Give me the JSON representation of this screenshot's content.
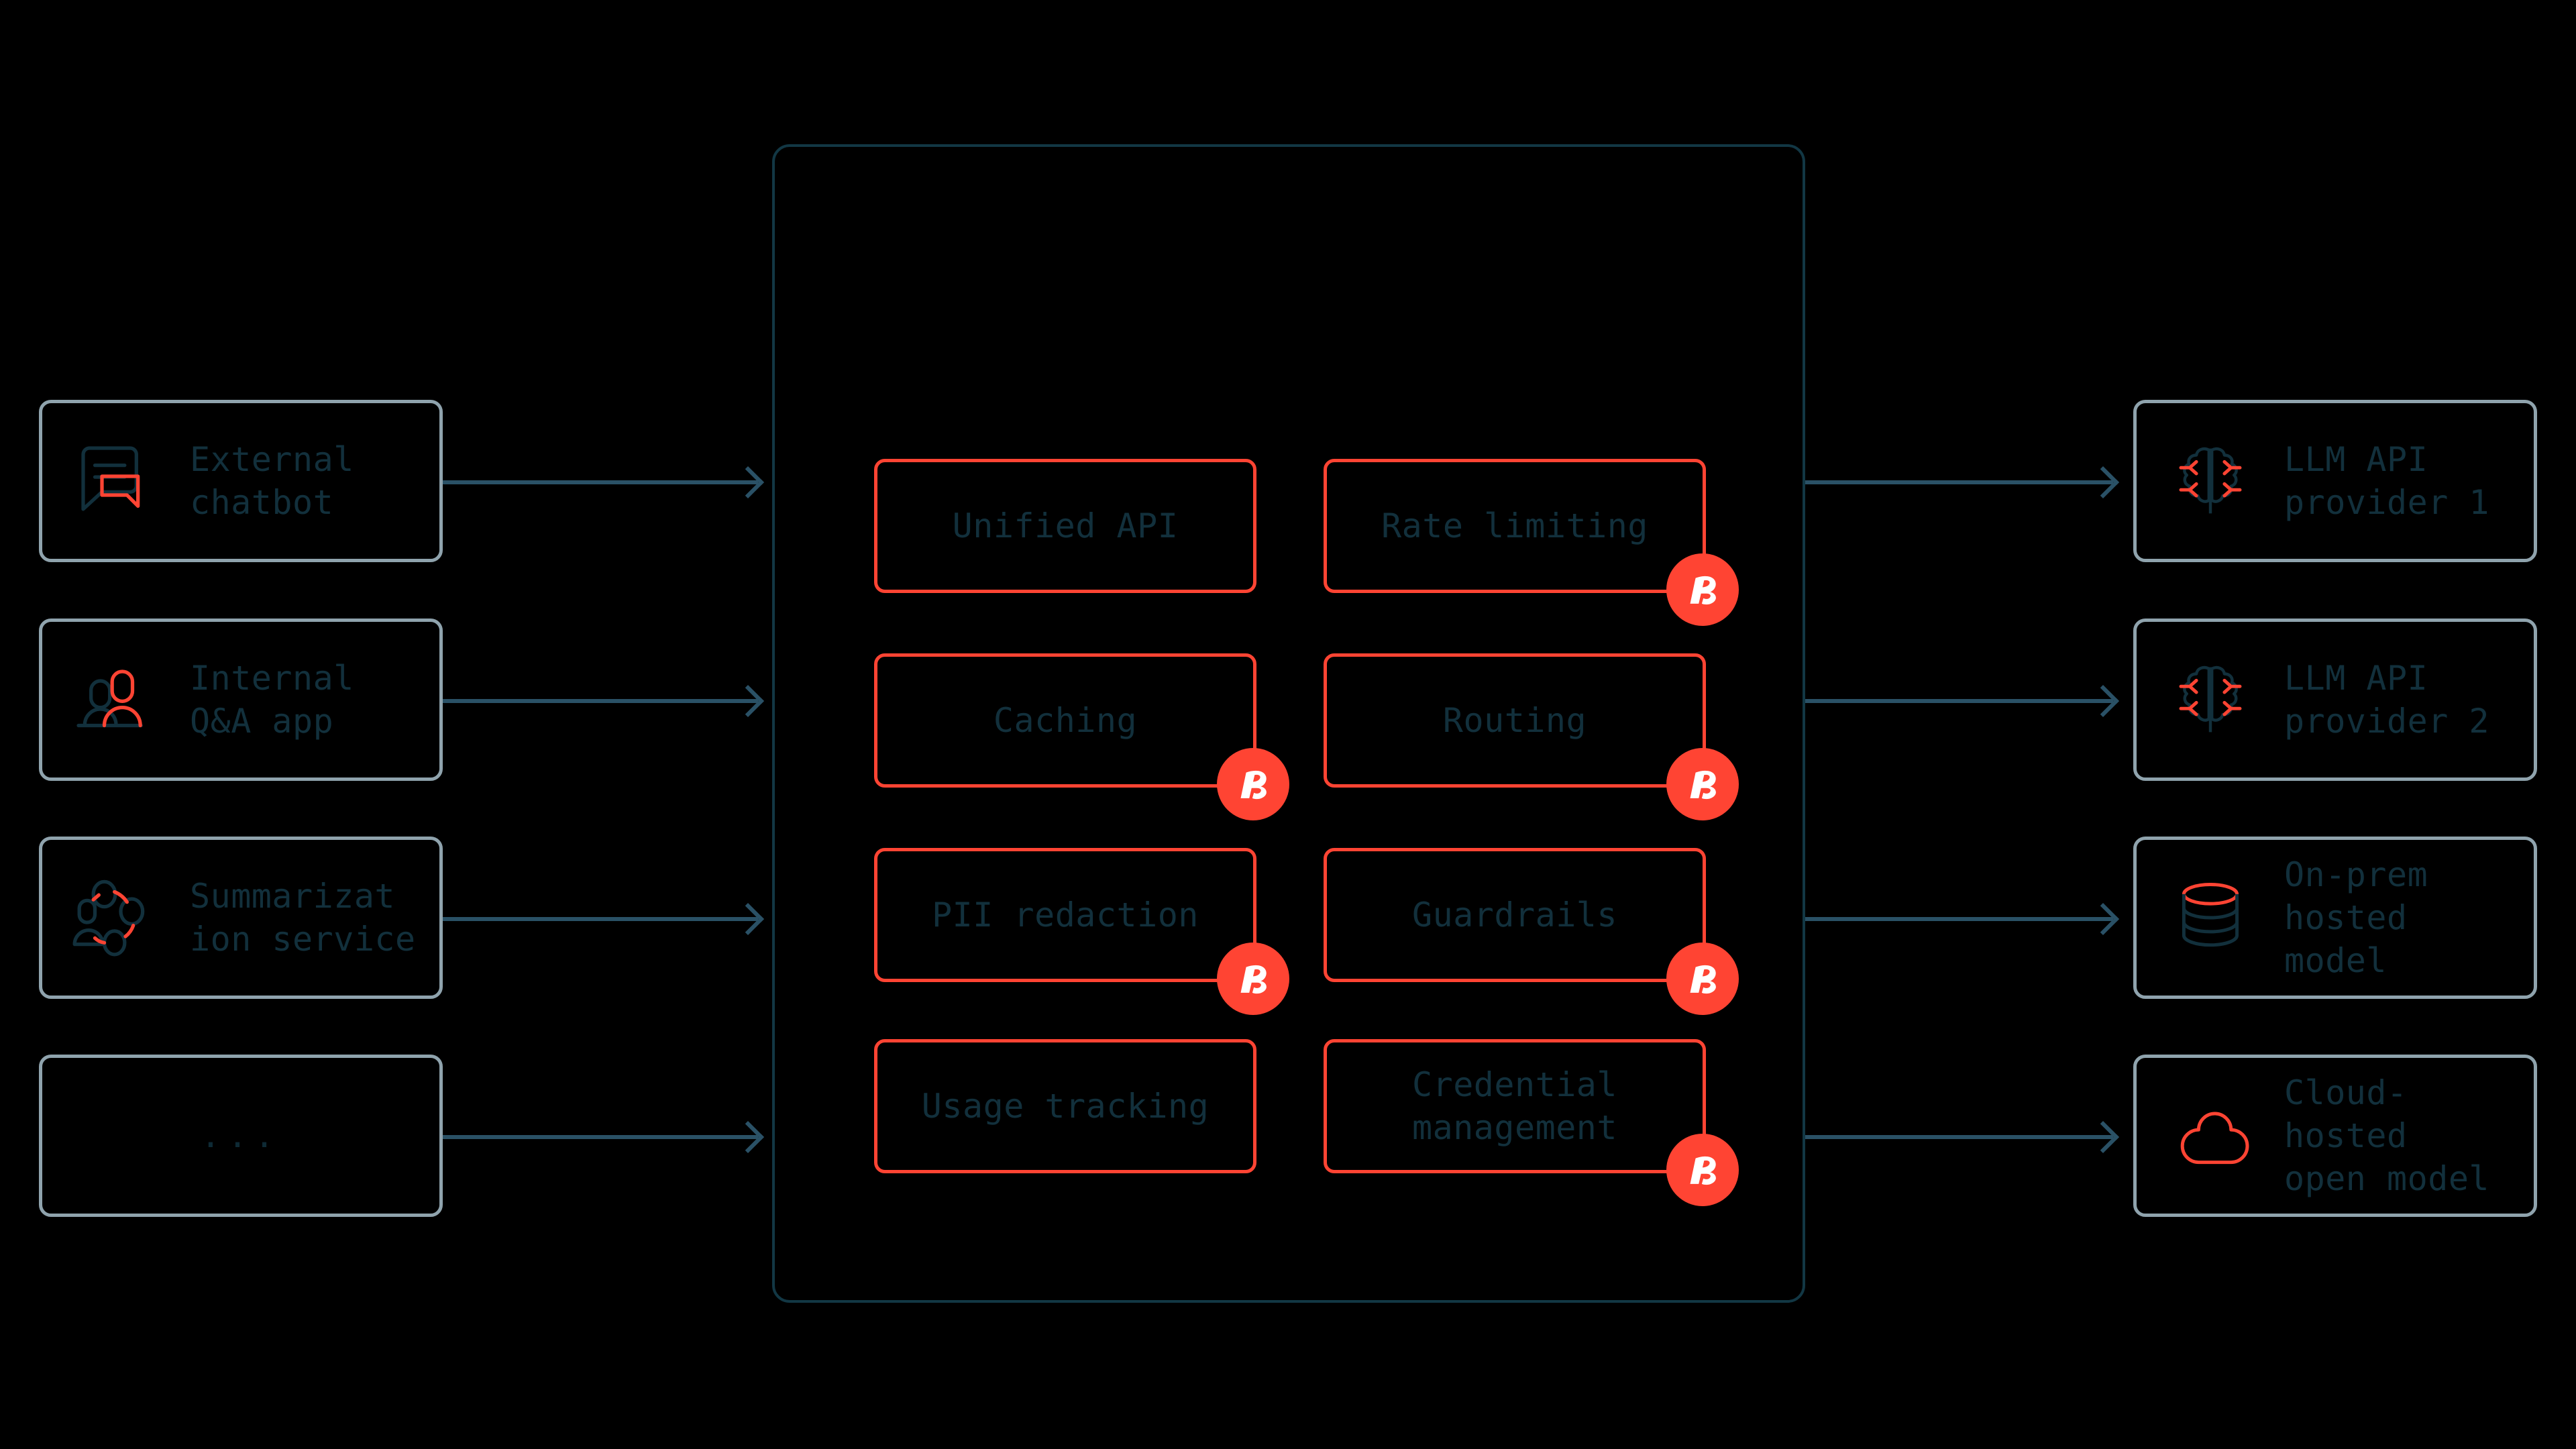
{
  "diagram": {
    "background_color": "#000000",
    "accent_color": "#FF4433",
    "text_color": "#12303C",
    "card_border_color": "#8FA3AD",
    "connector_color": "#2A5166",
    "container_border_color": "#123744",
    "badge_icon": "recall-r-logo-icon"
  },
  "clients": [
    {
      "label": "External\nchatbot",
      "icon": "chat-bubbles-icon"
    },
    {
      "label": "Internal\nQ&A app",
      "icon": "two-people-icon"
    },
    {
      "label": "Summarizat\nion service",
      "icon": "people-network-icon"
    },
    {
      "label": "...",
      "icon": "none"
    }
  ],
  "gateway": {
    "features": [
      {
        "label": "Unified API",
        "badge": false
      },
      {
        "label": "Rate limiting",
        "badge": true
      },
      {
        "label": "Caching",
        "badge": true
      },
      {
        "label": "Routing",
        "badge": true
      },
      {
        "label": "PII redaction",
        "badge": true
      },
      {
        "label": "Guardrails",
        "badge": true
      },
      {
        "label": "Usage tracking",
        "badge": false
      },
      {
        "label": "Credential\nmanagement",
        "badge": true
      }
    ]
  },
  "providers": [
    {
      "label": "LLM API\nprovider 1",
      "icon": "brain-icon"
    },
    {
      "label": "LLM API\nprovider 2",
      "icon": "brain-icon"
    },
    {
      "label": "On-prem\nhosted model",
      "icon": "database-cylinder-icon"
    },
    {
      "label": "Cloud-hosted\nopen model",
      "icon": "cloud-icon"
    }
  ]
}
